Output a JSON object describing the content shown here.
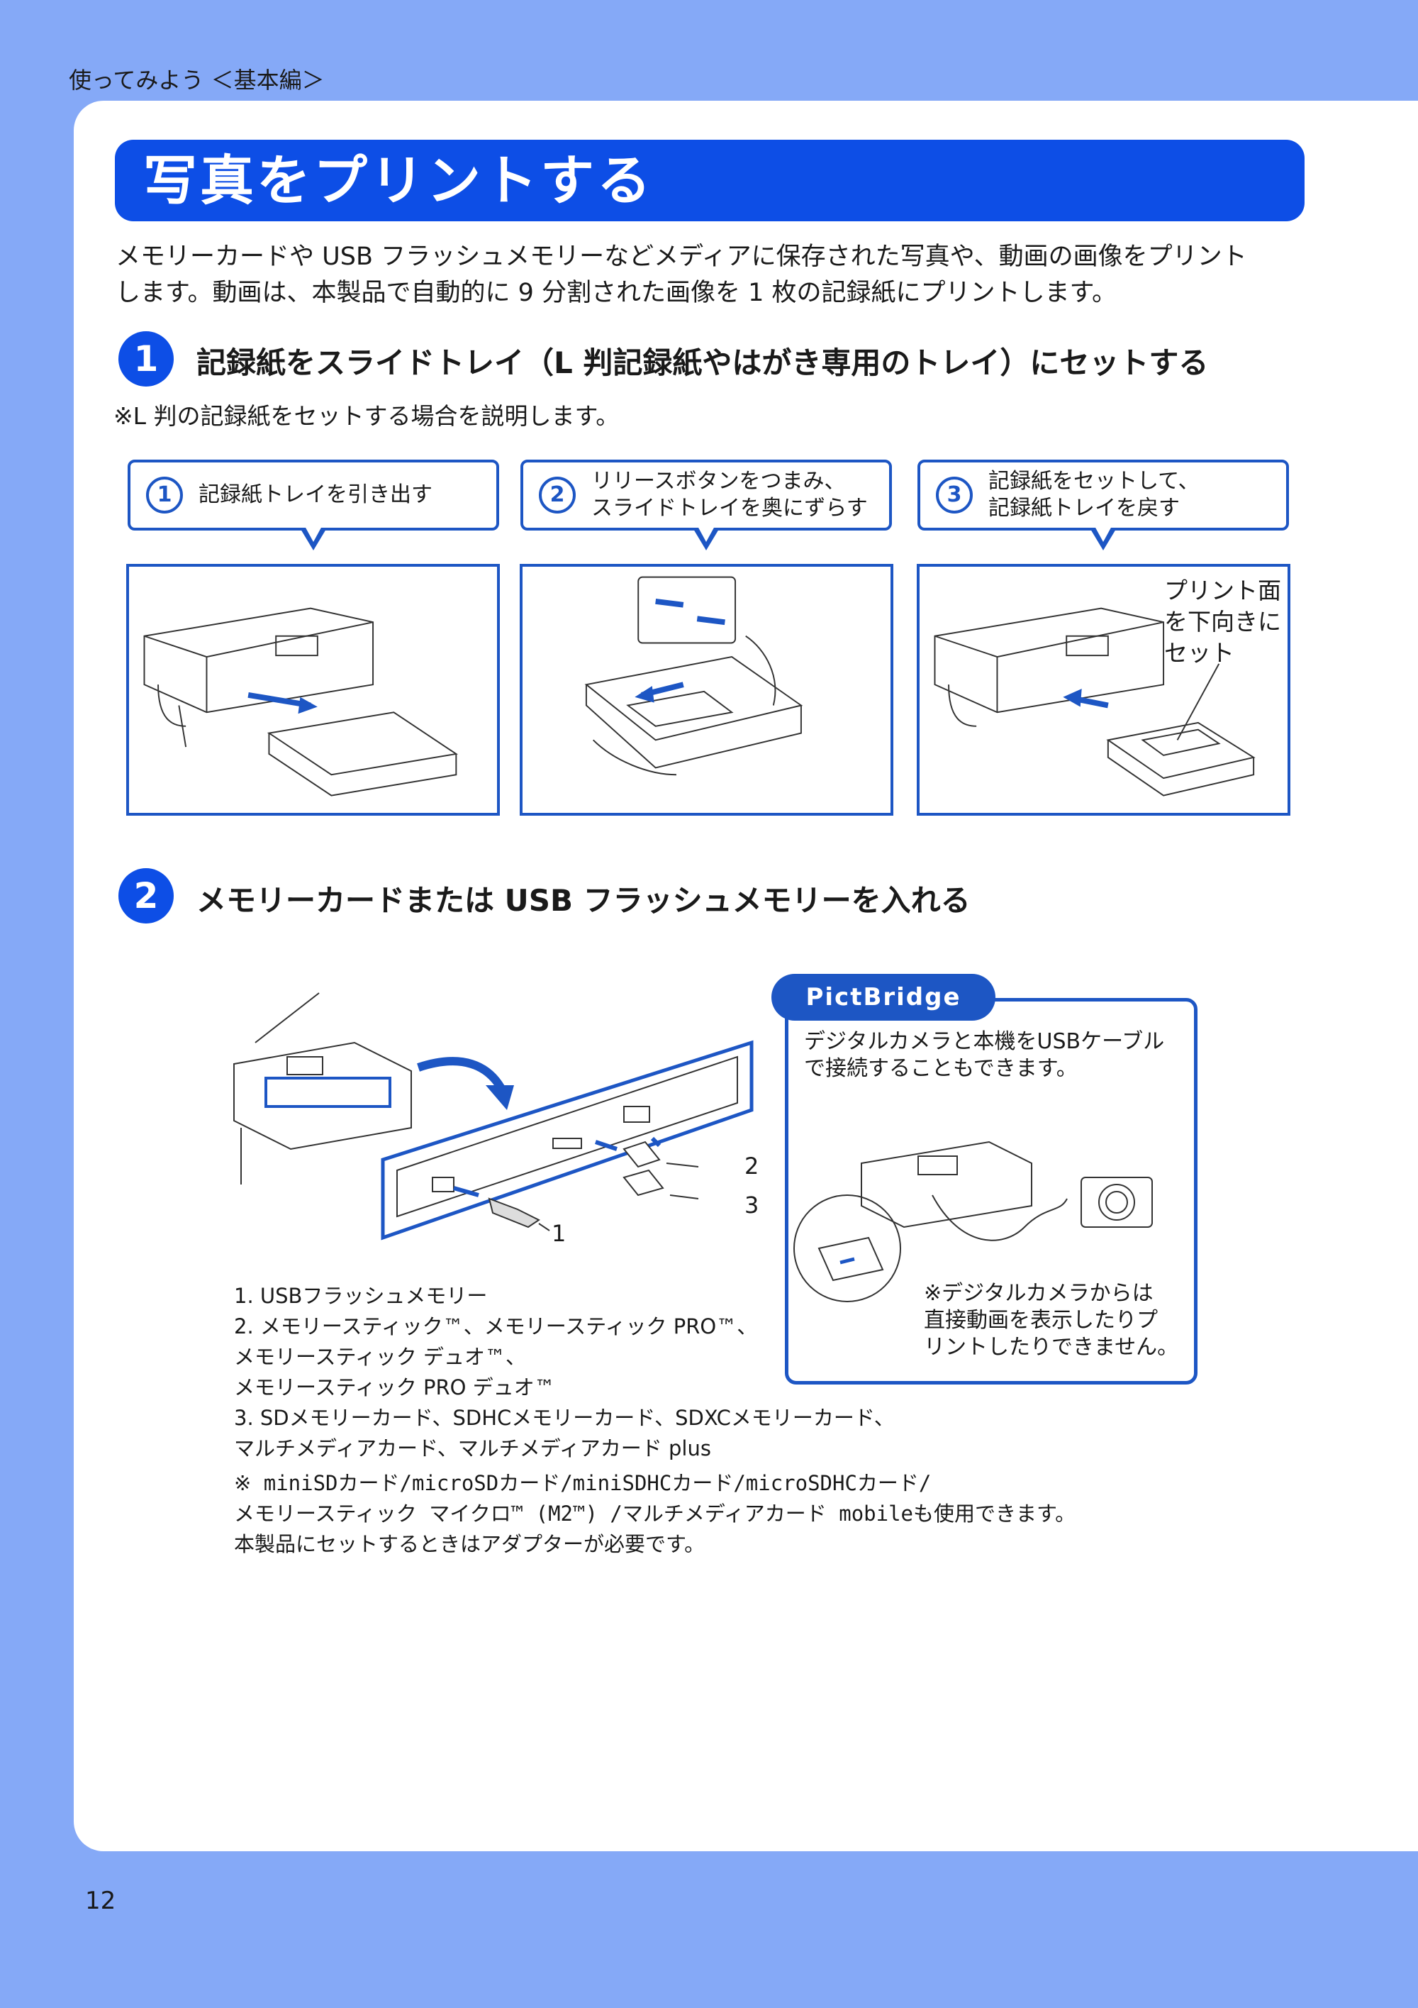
{
  "header": {
    "section": "使ってみよう ＜基本編＞"
  },
  "page_number": "12",
  "title": "写真をプリントする",
  "intro": [
    "メモリーカードや USB フラッシュメモリーなどメディアに保存された写真や、動画の画像をプリント",
    "します。動画は、本製品で自動的に 9 分割された画像を 1 枚の記録紙にプリントします。"
  ],
  "step1": {
    "number": "1",
    "title": "記録紙をスライドトレイ（L 判記録紙やはがき専用のトレイ）にセットする",
    "note": "※L 判の記録紙をセットする場合を説明します。",
    "substeps": [
      {
        "number": "1",
        "text": "記録紙トレイを引き出す"
      },
      {
        "number": "2",
        "text": "リリースボタンをつまみ、\nスライドトレイを奥にずらす"
      },
      {
        "number": "3",
        "text": "記録紙をセットして、\n記録紙トレイを戻す"
      }
    ],
    "illustration_label": "プリント面\nを下向きに\nセット"
  },
  "step2": {
    "number": "2",
    "title": "メモリーカードまたは USB フラッシュメモリーを入れる",
    "callouts": [
      "1",
      "2",
      "3"
    ],
    "media": [
      {
        "num": "1.",
        "text": "USBフラッシュメモリー"
      },
      {
        "num": "2.",
        "text": "メモリースティック™、メモリースティック PRO™、\nメモリースティック デュオ™、\nメモリースティック PRO デュオ™"
      },
      {
        "num": "3.",
        "text": "SDメモリーカード、SDHCメモリーカード、SDXCメモリーカード、\nマルチメディアカード、マルチメディアカード plus"
      }
    ],
    "adapter_note": "※ miniSDカード/microSDカード/miniSDHCカード/microSDHCカード/\n   メモリースティック マイクロ™ (M2™) /マルチメディアカード mobileも使用できます。\n   本製品にセットするときはアダプターが必要です。",
    "pictbridge": {
      "tab": "PictBridge",
      "text": "デジタルカメラと本機をUSBケーブル\nで接続することもできます。",
      "note": "※デジタルカメラからは\n直接動画を表示したりプ\nリントしたりできません。"
    }
  },
  "colors": {
    "accent": "#0d4ee6",
    "frame": "#1d56c4",
    "page_bg": "#85a9f7"
  }
}
